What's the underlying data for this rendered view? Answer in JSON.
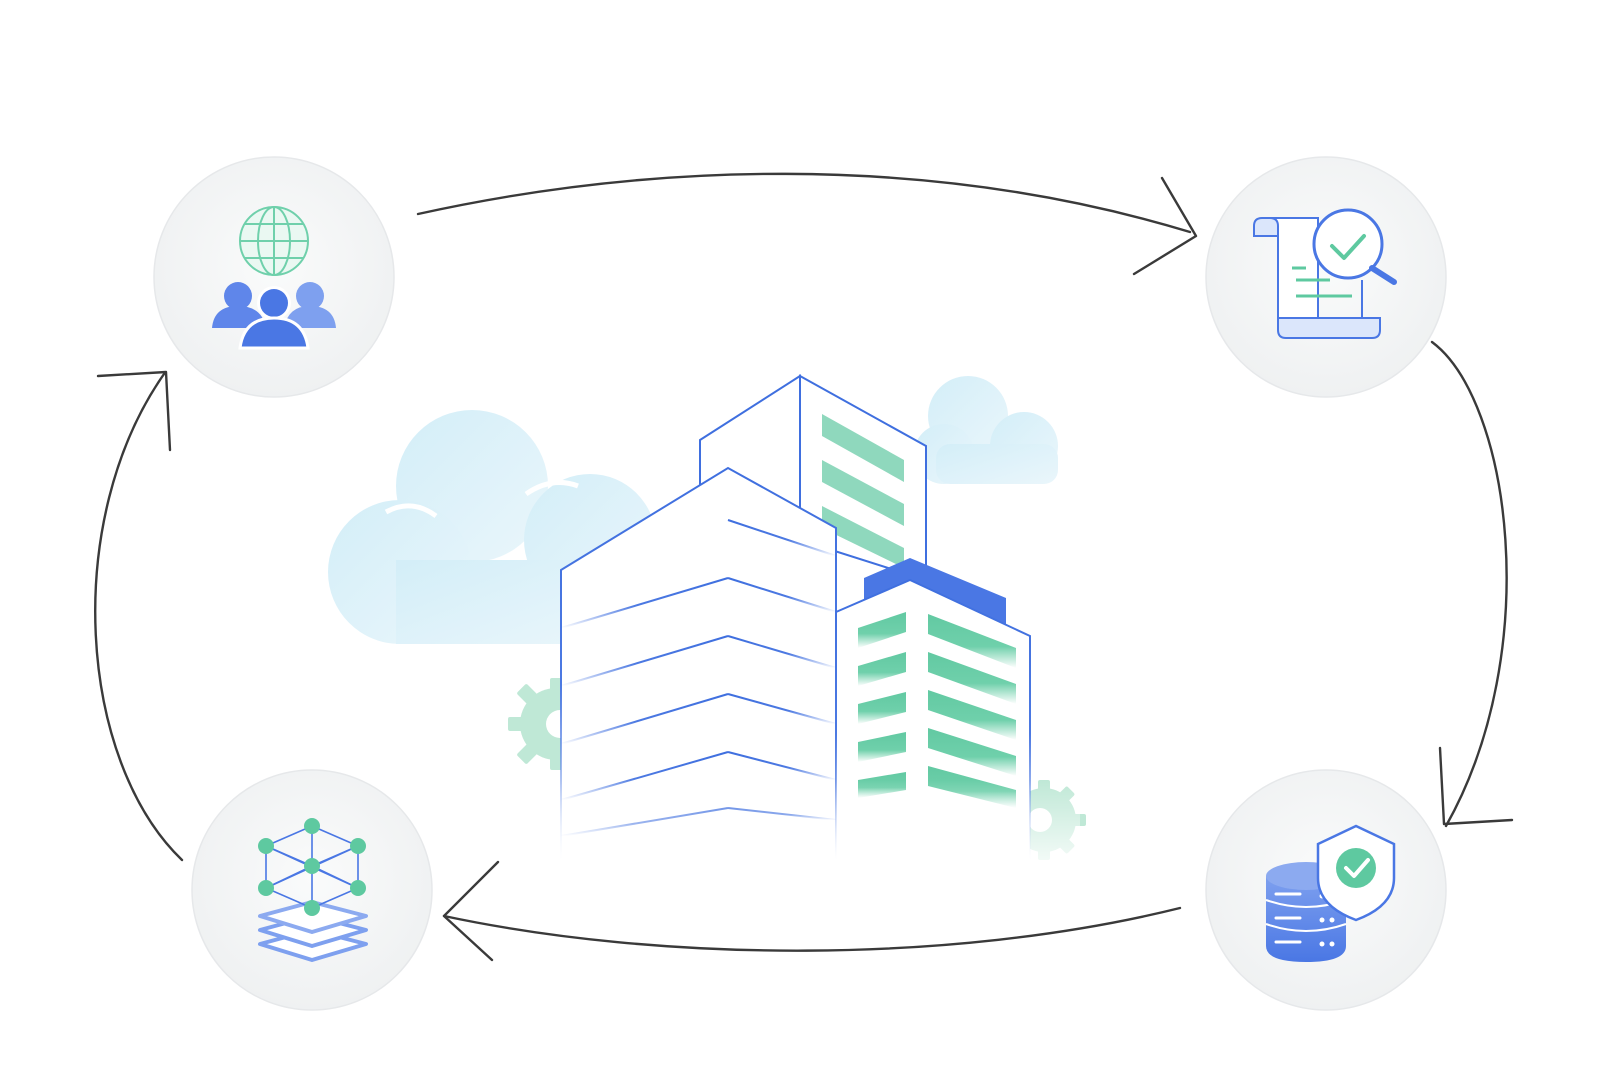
{
  "diagram": {
    "type": "cycle",
    "center": {
      "icon": "office-building-icon",
      "decorations": [
        "cloud-icon",
        "cloud-icon",
        "gear-icon",
        "gear-icon"
      ]
    },
    "nodes": [
      {
        "id": "community",
        "icon": "globe-with-people-icon"
      },
      {
        "id": "audit",
        "icon": "document-search-check-icon"
      },
      {
        "id": "secure-data",
        "icon": "database-shield-icon"
      },
      {
        "id": "ai-model",
        "icon": "neural-network-layers-icon"
      }
    ],
    "flow": [
      {
        "from": "community",
        "to": "audit",
        "direction": "clockwise"
      },
      {
        "from": "audit",
        "to": "secure-data",
        "direction": "clockwise"
      },
      {
        "from": "secure-data",
        "to": "ai-model",
        "direction": "clockwise"
      },
      {
        "from": "ai-model",
        "to": "community",
        "direction": "clockwise"
      }
    ],
    "colors": {
      "blue": "#3f6fdf",
      "blue_light": "#7ea0ef",
      "green": "#5ec9a0",
      "green_light": "#8fd8bd",
      "cloud": "#d9f0f8",
      "node_bg": "#f5f6f7",
      "arrow": "#3a3a3a"
    }
  }
}
